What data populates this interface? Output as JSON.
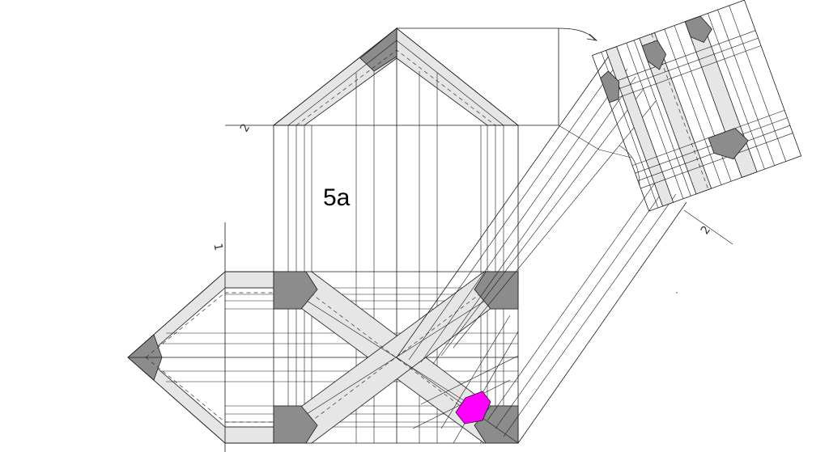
{
  "figure_label": "5a",
  "marks": {
    "fold_mark_top": "2",
    "fold_mark_left": "1",
    "fold_mark_right": "2"
  },
  "colors": {
    "highlight": "#ff00ff",
    "dark_face": "#8c8c8c",
    "light_face": "#e6e6e6",
    "line": "#1a1a1a"
  }
}
